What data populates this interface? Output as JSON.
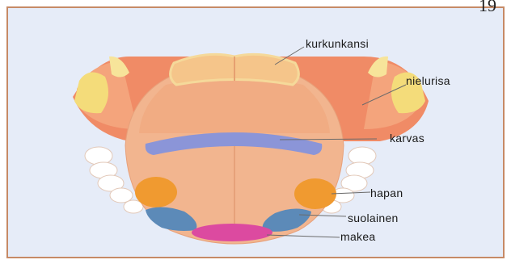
{
  "page_number": "19",
  "labels": {
    "epiglottis": "kurkunkansi",
    "tonsil": "nielurisa",
    "bitter": "karvas",
    "sour": "hapan",
    "salty": "suolainen",
    "sweet": "makea"
  },
  "colors": {
    "background": "#e6ecf8",
    "frame_border": "#c68a66",
    "tongue": "#f2b58f",
    "throat": "#f08b66",
    "tonsil": "#f4dc7a",
    "bitter_zone": "#8b95d8",
    "sour_zone": "#f09a30",
    "salty_zone": "#5c8ab8",
    "sweet_zone": "#dc4aa0",
    "teeth": "#ffffff"
  }
}
